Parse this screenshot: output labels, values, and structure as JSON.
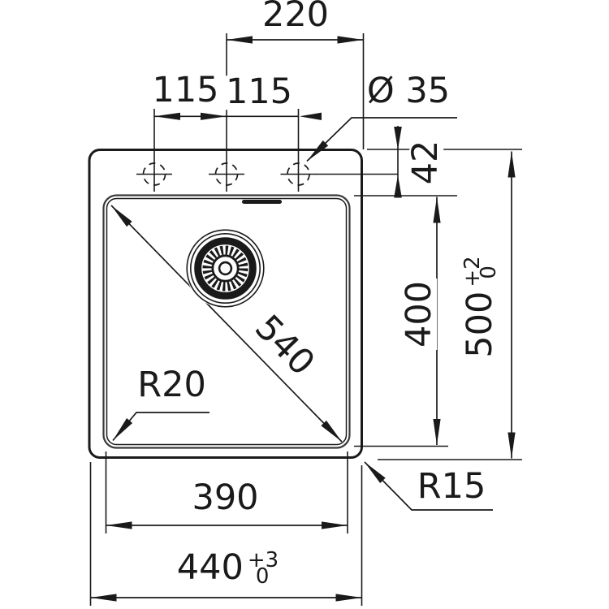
{
  "drawing": {
    "colors": {
      "line": "#1a1a1a",
      "background": "#ffffff"
    },
    "dims": {
      "d220": "220",
      "d115a": "115",
      "d115b": "115",
      "hole_dia": "Ø 35",
      "d42": "42",
      "d540": "540",
      "d400": "400",
      "d500": "500",
      "d500_tol_plus": "+2",
      "d500_tol_minus": "0",
      "r20": "R20",
      "r15": "R15",
      "d390": "390",
      "d440": "440",
      "d440_tol_plus": "+3",
      "d440_tol_minus": "0"
    }
  }
}
